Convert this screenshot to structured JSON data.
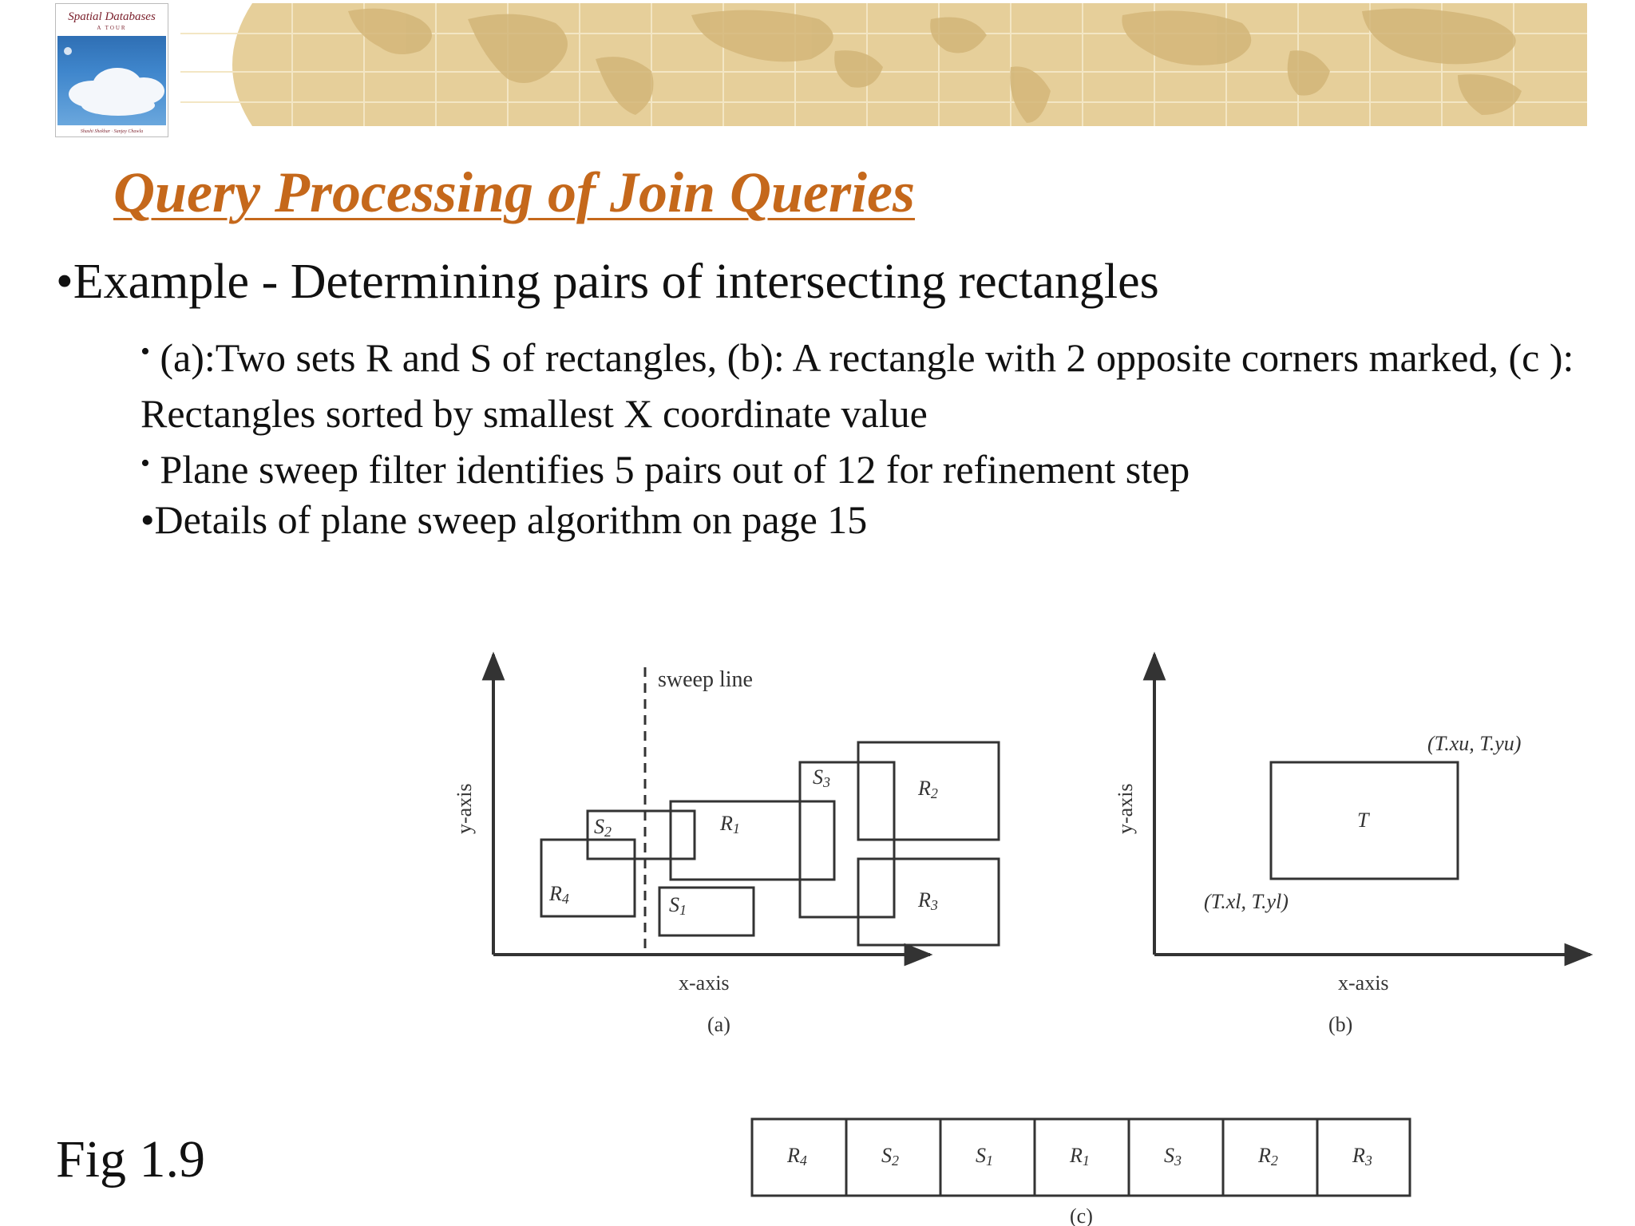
{
  "header": {
    "book": {
      "title": "Spatial Databases",
      "subtitle": "A TOUR",
      "authors": "Shashi Shekhar · Sanjay Chawla"
    }
  },
  "slide": {
    "title": "Query Processing of Join Queries",
    "bullet": "•Example - Determining pairs of intersecting rectangles",
    "sub_bullet_1": "(a):Two sets R and S of rectangles,  (b): A rectangle with 2 opposite corners marked, (c ): Rectangles sorted by smallest X coordinate value",
    "sub_bullet_2": "Plane sweep filter identifies 5 pairs out of 12 for refinement step",
    "sub_bullet_3": "•Details of plane sweep algorithm on page 15",
    "fig_caption": "Fig 1.9"
  },
  "figure_a": {
    "sweep_label": "sweep line",
    "x_label": "x-axis",
    "y_label": "y-axis",
    "caption": "(a)",
    "rectangles": [
      {
        "id": "R4",
        "letter": "R",
        "sub": "4"
      },
      {
        "id": "S2",
        "letter": "S",
        "sub": "2"
      },
      {
        "id": "S1",
        "letter": "S",
        "sub": "1"
      },
      {
        "id": "R1",
        "letter": "R",
        "sub": "1"
      },
      {
        "id": "S3",
        "letter": "S",
        "sub": "3"
      },
      {
        "id": "R2",
        "letter": "R",
        "sub": "2"
      },
      {
        "id": "R3",
        "letter": "R",
        "sub": "3"
      }
    ]
  },
  "figure_b": {
    "x_label": "x-axis",
    "y_label": "y-axis",
    "caption": "(b)",
    "rect_label": "T",
    "upper_corner": "(T.xu, T.yu)",
    "lower_corner": "(T.xl, T.yl)"
  },
  "figure_c": {
    "caption": "(c)",
    "order": [
      {
        "letter": "R",
        "sub": "4"
      },
      {
        "letter": "S",
        "sub": "2"
      },
      {
        "letter": "S",
        "sub": "1"
      },
      {
        "letter": "R",
        "sub": "1"
      },
      {
        "letter": "S",
        "sub": "3"
      },
      {
        "letter": "R",
        "sub": "2"
      },
      {
        "letter": "R",
        "sub": "3"
      }
    ]
  }
}
